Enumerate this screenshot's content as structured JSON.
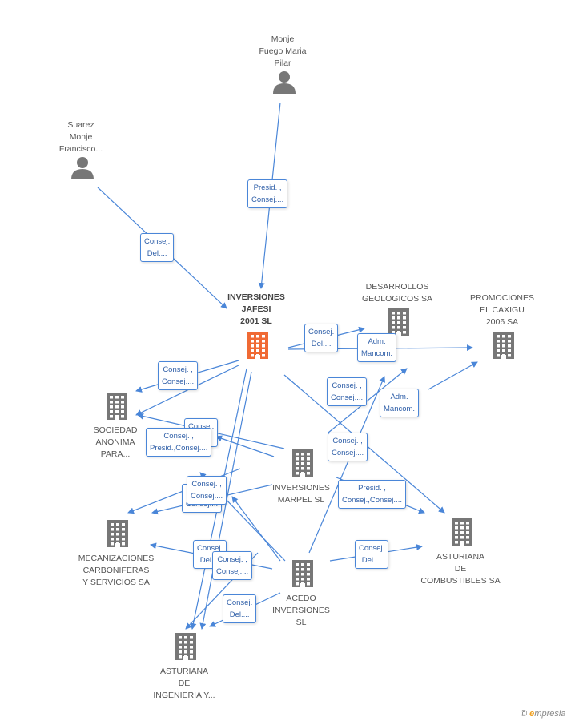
{
  "colors": {
    "edge": "#4a86d8",
    "node_gray": "#777777",
    "node_main": "#f06a34"
  },
  "nodes": [
    {
      "id": "monje",
      "kind": "person",
      "lines": [
        "Monje",
        "Fuego Maria",
        "Pilar"
      ]
    },
    {
      "id": "suarez",
      "kind": "person",
      "lines": [
        "Suarez",
        "Monje",
        "Francisco..."
      ]
    },
    {
      "id": "jafesi",
      "kind": "company-main",
      "lines": [
        "INVERSIONES",
        "JAFESI",
        "2001 SL"
      ]
    },
    {
      "id": "desarrollos",
      "kind": "company",
      "lines": [
        "DESARROLLOS",
        "GEOLOGICOS SA"
      ]
    },
    {
      "id": "promociones",
      "kind": "company",
      "lines": [
        "PROMOCIONES",
        "EL CAXIGU",
        "2006 SA"
      ]
    },
    {
      "id": "sociedad",
      "kind": "company",
      "lines": [
        "SOCIEDAD",
        "ANONIMA",
        "PARA..."
      ]
    },
    {
      "id": "marpel",
      "kind": "company",
      "lines": [
        "INVERSIONES",
        "MARPEL SL"
      ]
    },
    {
      "id": "mecanizaciones",
      "kind": "company",
      "lines": [
        "MECANIZACIONES",
        "CARBONIFERAS",
        "Y SERVICIOS SA"
      ]
    },
    {
      "id": "asturiana_comb",
      "kind": "company",
      "lines": [
        "ASTURIANA",
        "DE",
        "COMBUSTIBLES SA"
      ]
    },
    {
      "id": "acedo",
      "kind": "company",
      "lines": [
        "ACEDO",
        "INVERSIONES",
        "SL"
      ]
    },
    {
      "id": "asturiana_ing",
      "kind": "company",
      "lines": [
        "ASTURIANA",
        "DE",
        "INGENIERIA Y..."
      ]
    }
  ],
  "relations": [
    {
      "id": "r1",
      "lines": [
        "Presid. ,",
        "Consej...."
      ]
    },
    {
      "id": "r2",
      "lines": [
        "Consej.",
        "Del...."
      ]
    },
    {
      "id": "r3",
      "lines": [
        "Consej.",
        "Del...."
      ]
    },
    {
      "id": "r4",
      "lines": [
        "Adm.",
        "Mancom."
      ]
    },
    {
      "id": "r5",
      "lines": [
        "Consej. ,",
        "Consej...."
      ]
    },
    {
      "id": "r6",
      "lines": [
        "Consej. ,",
        "Consej...."
      ]
    },
    {
      "id": "r7",
      "lines": [
        "Adm.",
        "Mancom."
      ]
    },
    {
      "id": "r8",
      "lines": [
        "Consej.",
        "Del...."
      ]
    },
    {
      "id": "r9",
      "lines": [
        "Consej. ,",
        "Presid.,Consej...."
      ]
    },
    {
      "id": "r10",
      "lines": [
        "Consej. ,",
        "Consej...."
      ]
    },
    {
      "id": "r11",
      "lines": [
        "Consej. ,",
        "Consej...."
      ]
    },
    {
      "id": "r12",
      "lines": [
        "Consej. ,",
        "Consej...."
      ]
    },
    {
      "id": "r13",
      "lines": [
        "Presid. ,",
        "Consej.,Consej...."
      ]
    },
    {
      "id": "r14",
      "lines": [
        "Consej.",
        "Del...."
      ]
    },
    {
      "id": "r15",
      "lines": [
        "Consej. ,",
        "Consej...."
      ]
    },
    {
      "id": "r16",
      "lines": [
        "Consej.",
        "Del...."
      ]
    },
    {
      "id": "r17",
      "lines": [
        "Consej.",
        "Del...."
      ]
    }
  ],
  "footer": {
    "copyright": "©",
    "brand_e": "e",
    "brand_rest": "mpresia"
  }
}
